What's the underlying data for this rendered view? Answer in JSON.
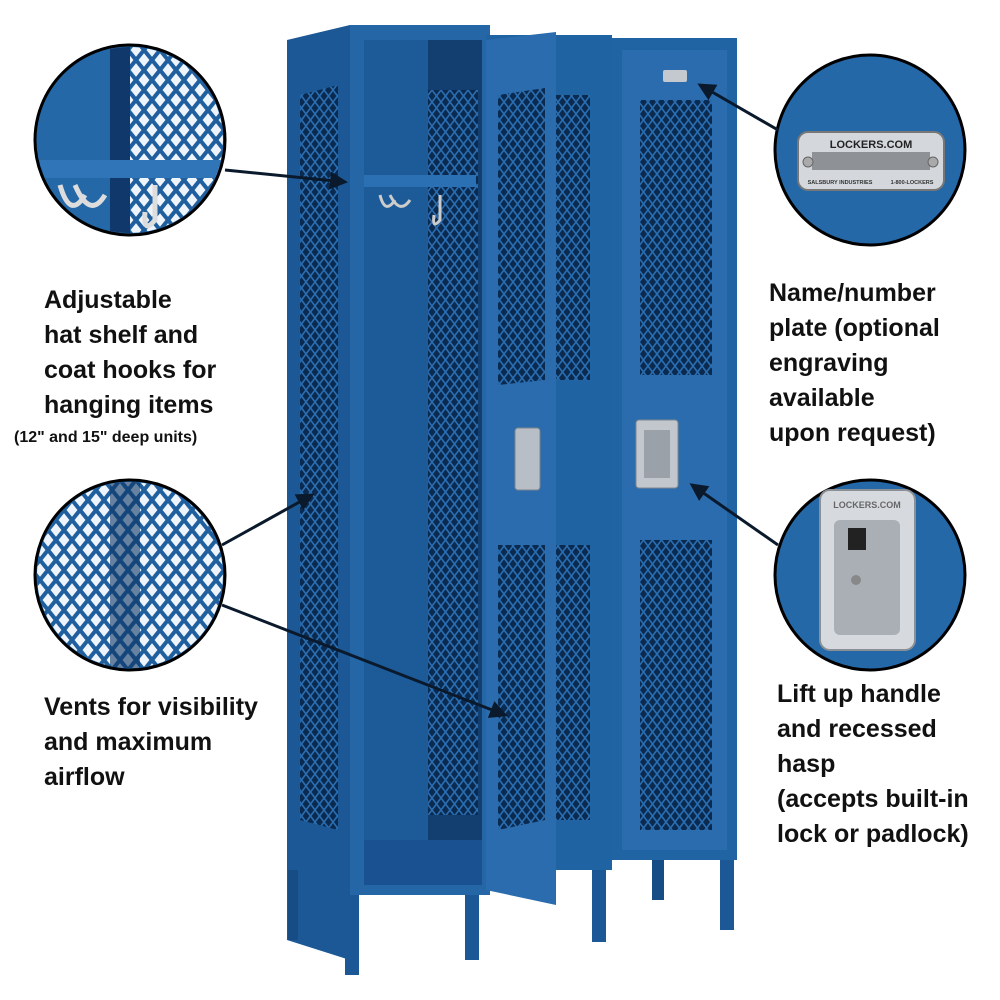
{
  "colors": {
    "locker_blue": "#1f5f9e",
    "locker_dark": "#0c3766",
    "circle_blue": "#2468a8",
    "text": "#111111"
  },
  "callouts": [
    {
      "lines": [
        "Adjustable",
        "hat shelf and",
        "coat hooks for",
        "hanging items"
      ],
      "note": "(12\" and 15\" deep units)",
      "icon": "hat-shelf-hooks-detail"
    },
    {
      "lines": [
        "Vents for visibility",
        "and maximum",
        "airflow"
      ],
      "icon": "vent-mesh-detail"
    },
    {
      "lines": [
        "Name/number",
        "plate (optional",
        "engraving available",
        "upon request)"
      ],
      "icon": "name-plate-detail"
    },
    {
      "lines": [
        "Lift up handle",
        "and recessed hasp",
        "(accepts built-in",
        "lock or padlock)"
      ],
      "icon": "handle-hasp-detail"
    }
  ],
  "plate": {
    "brand": "LOCKERS.COM",
    "maker": "SALSBURY INDUSTRIES",
    "phone": "1-800-LOCKERS"
  },
  "hasp_label": "LOCKERS.COM"
}
